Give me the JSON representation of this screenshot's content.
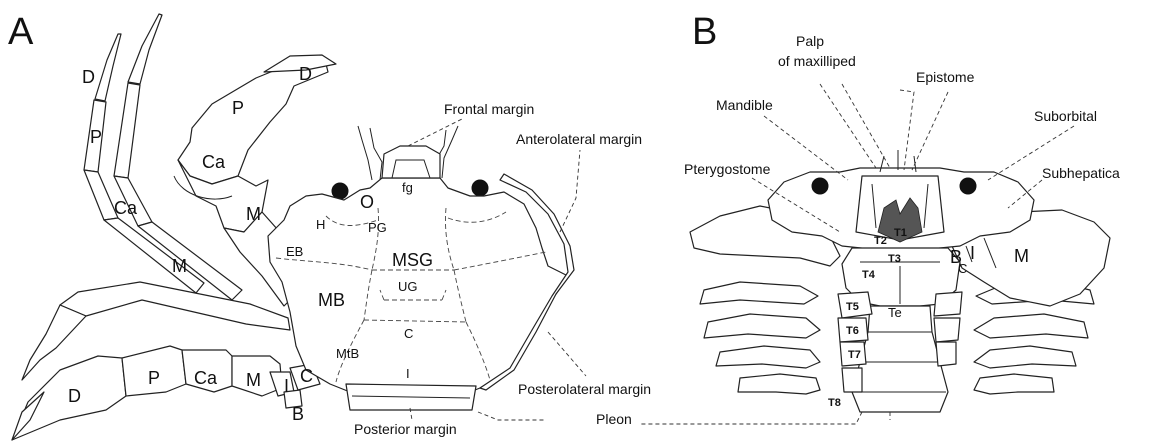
{
  "panels": {
    "a": "A",
    "b": "B"
  },
  "dorsal": {
    "leg1": {
      "dactylus": "D",
      "propodus": "P",
      "carpus": "Ca",
      "merus": "M"
    },
    "cheliped": {
      "dactylus": "D",
      "propodus": "P",
      "carpus": "Ca",
      "merus": "M"
    },
    "leg_lower": {
      "dactylus": "D",
      "propodus": "P",
      "carpus": "Ca",
      "merus": "M",
      "ischium": "I",
      "coxa": "C",
      "basis": "B"
    },
    "regions": {
      "fg": "fg",
      "o": "O",
      "h": "H",
      "pg": "PG",
      "eb": "EB",
      "msg": "MSG",
      "ug": "UG",
      "mb": "MB",
      "c": "C",
      "mtb": "MtB",
      "i": "I"
    },
    "labels": {
      "frontal": "Frontal margin",
      "anterolateral": "Anterolateral margin",
      "posterolateral": "Posterolateral margin",
      "posterior": "Posterior margin",
      "pleon": "Pleon"
    }
  },
  "ventral": {
    "labels": {
      "palp_line1": "Palp",
      "palp_line2": "of maxilliped",
      "epistome": "Epistome",
      "mandible": "Mandible",
      "suborbital": "Suborbital",
      "pterygostome": "Pterygostome",
      "subhepatica": "Subhepatica"
    },
    "segments": {
      "t1": "T1",
      "t2": "T2",
      "t3": "T3",
      "t4": "T4",
      "t5": "T5",
      "t6": "T6",
      "t7": "T7",
      "t8": "T8",
      "te": "Te"
    },
    "cheliped": {
      "basis": "B",
      "coxa": "C",
      "ischium": "I",
      "merus": "M"
    }
  }
}
